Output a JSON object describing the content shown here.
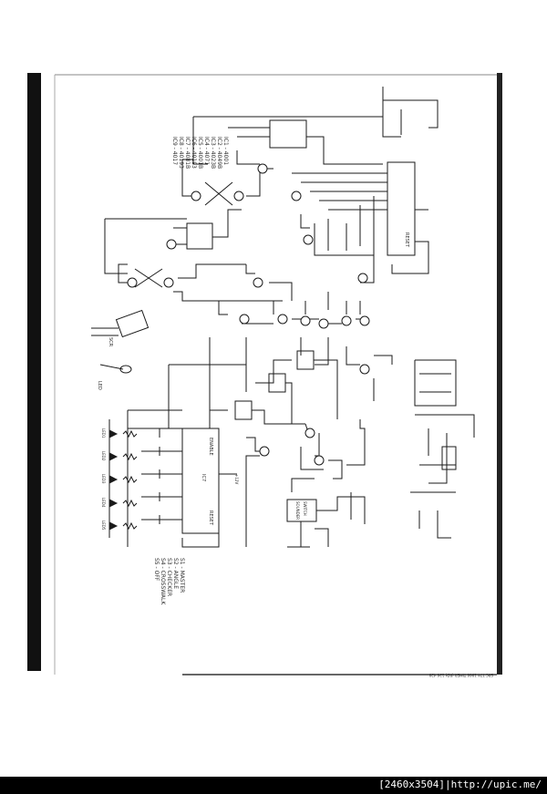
{
  "footer": {
    "watermark": "[2460x3504]|http://upic.me/"
  },
  "schematic": {
    "ic_list": [
      "IC1 - 4001",
      "IC2 - 4049B",
      "IC3 - 4023B",
      "IC4 - 4071",
      "IC5 - 4001B",
      "IC6 - 40193",
      "IC7 - 4081B",
      "IC8 - 40193",
      "IC9 - 4017"
    ],
    "switch_list": [
      "S1 - MASTER",
      "S2 - ANGLE",
      "S3 - CHECKER",
      "S4 - CROSSWALK",
      "S5 - OFF"
    ],
    "labels": {
      "scr": "SCR",
      "led": "LED",
      "enable": "ENABLE",
      "reset_counter": "RESET",
      "reset_top": "RESET",
      "ic7": "IC7",
      "vcc": "+12V",
      "sounder": "SOUNDER",
      "switch_label": "SWITCH",
      "bottom_strip": "SRC 774-1966 TIMER (RD) 136-429"
    },
    "leds": [
      "LED1",
      "LED2",
      "LED3",
      "LED4",
      "LED5"
    ]
  }
}
